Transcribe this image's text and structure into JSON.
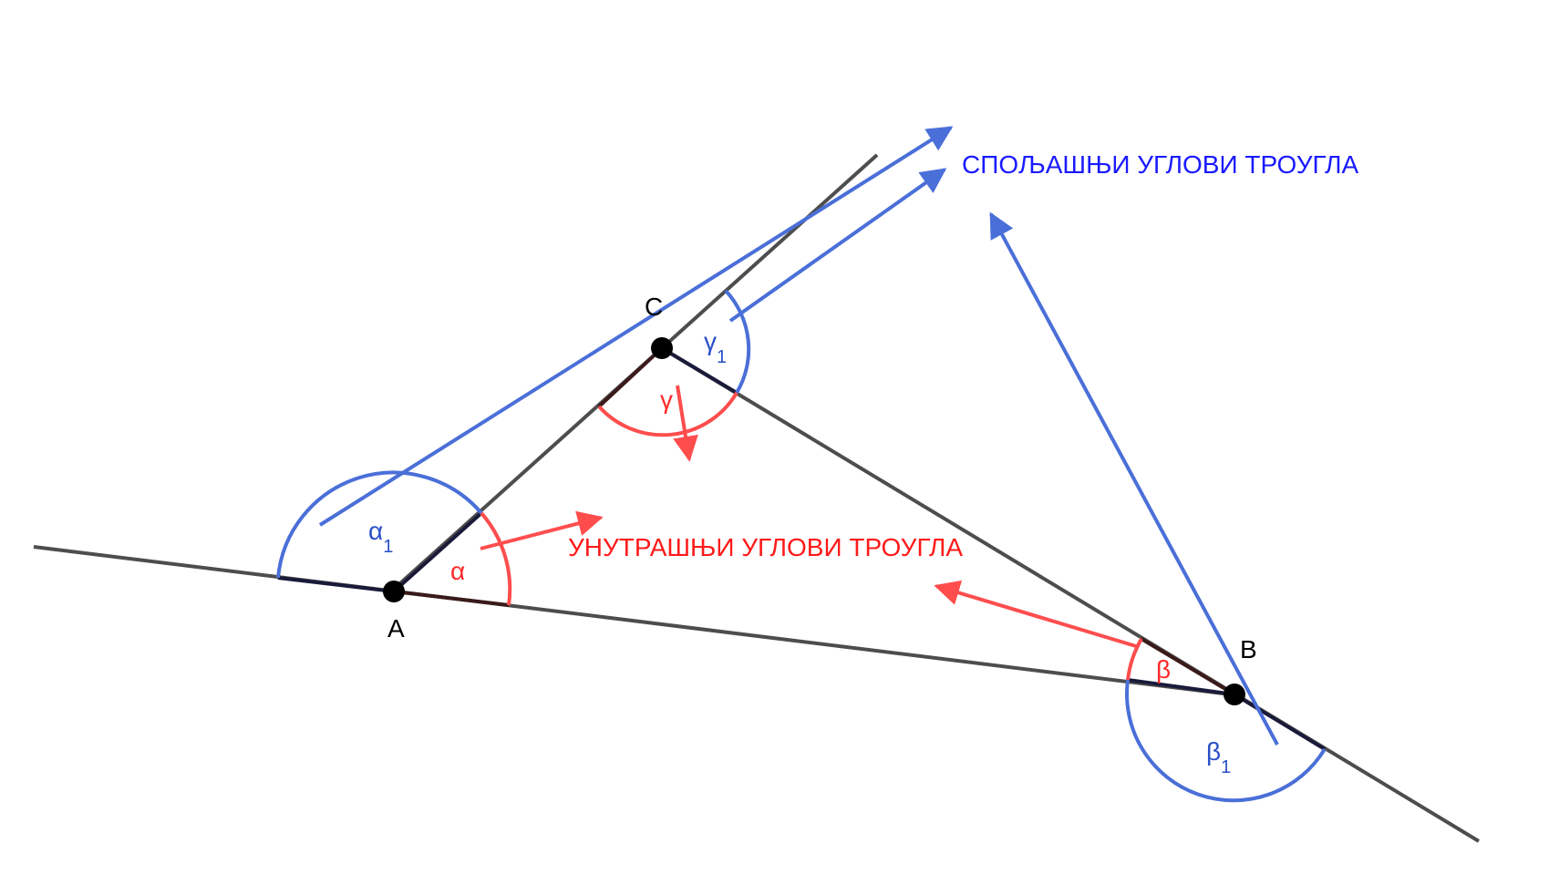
{
  "points": {
    "A": "A",
    "B": "B",
    "C": "C"
  },
  "labels": {
    "exterior": "СПОЉАШЊИ УГЛОВИ ТРОУГЛА",
    "interior": "УНУТРАШЊИ УГЛОВИ ТРОУГЛА"
  },
  "angles": {
    "alpha": "α",
    "beta": "β",
    "gamma": "γ",
    "alpha1": "α",
    "beta1": "β",
    "gamma1": "γ",
    "subscript": "1"
  },
  "colors": {
    "line": "#4d4d4d",
    "segment_dark": "#1a1a3a",
    "interior": "#ff4d4d",
    "exterior": "#4a6fd8",
    "point": "#000000"
  }
}
